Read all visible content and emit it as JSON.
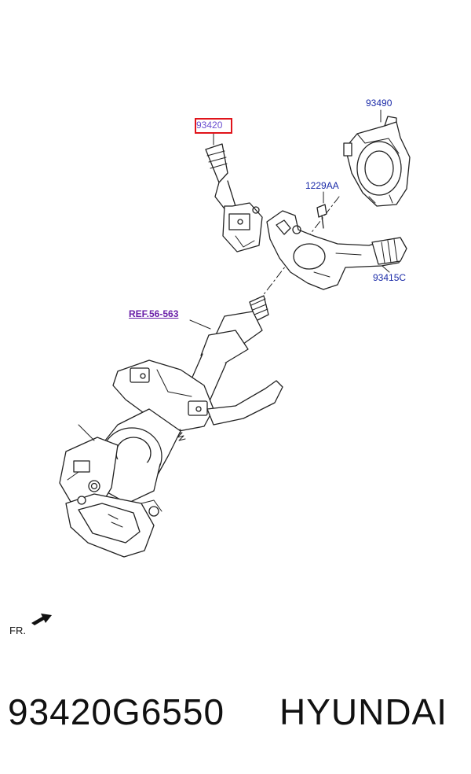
{
  "diagram": {
    "callouts": {
      "selected_part": "93420",
      "clock_spring": "93490",
      "bolt": "1229AA",
      "wiper_switch": "93415C",
      "reference": "REF.56-563"
    },
    "direction_label": "FR.",
    "highlight_color": "#e0141b",
    "callout_color": "#1a2aa8",
    "reference_color": "#6a1fa8"
  },
  "footer": {
    "part_number": "93420G6550",
    "brand": "HYUNDAI"
  }
}
